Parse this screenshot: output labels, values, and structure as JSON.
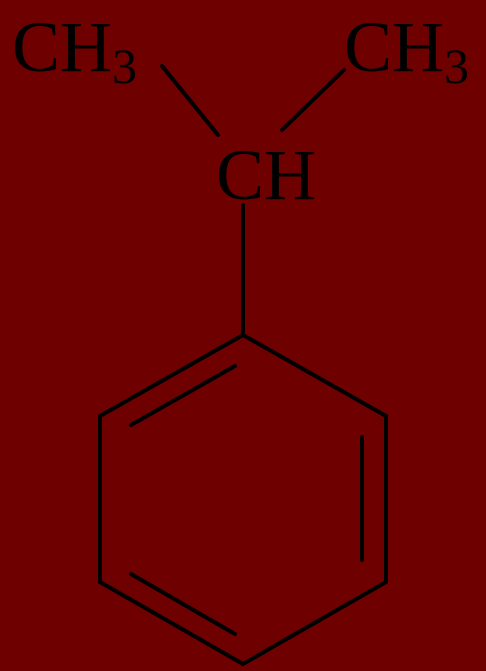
{
  "molecule": {
    "groups": {
      "methyl_left": {
        "main": "CH",
        "sub": "3"
      },
      "methyl_right": {
        "main": "CH",
        "sub": "3"
      },
      "methine": {
        "main": "CH"
      }
    },
    "ring": "benzene"
  },
  "colors": {
    "background": "#6e0000",
    "ink": "#000000"
  }
}
